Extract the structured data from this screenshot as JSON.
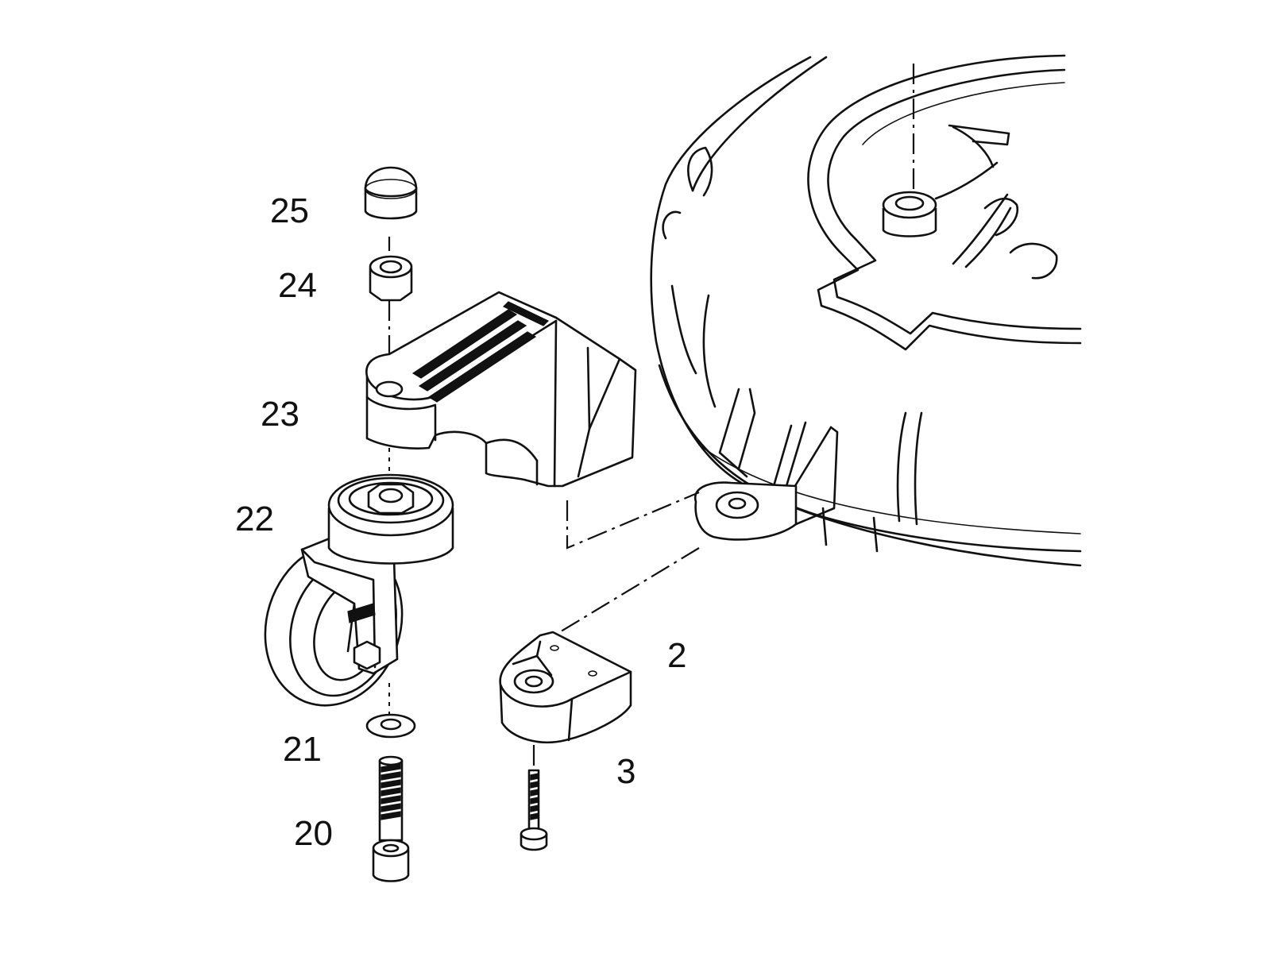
{
  "diagram": {
    "background_color": "#ffffff",
    "line_color": "#111111",
    "part_labels": [
      {
        "id": "cap-nut",
        "text": "25"
      },
      {
        "id": "lock-nut",
        "text": "24"
      },
      {
        "id": "caster-bracket",
        "text": "23"
      },
      {
        "id": "swivel-caster",
        "text": "22"
      },
      {
        "id": "washer",
        "text": "21"
      },
      {
        "id": "caster-bolt",
        "text": "20"
      },
      {
        "id": "foot-block",
        "text": "2"
      },
      {
        "id": "foot-screw",
        "text": "3"
      }
    ]
  }
}
